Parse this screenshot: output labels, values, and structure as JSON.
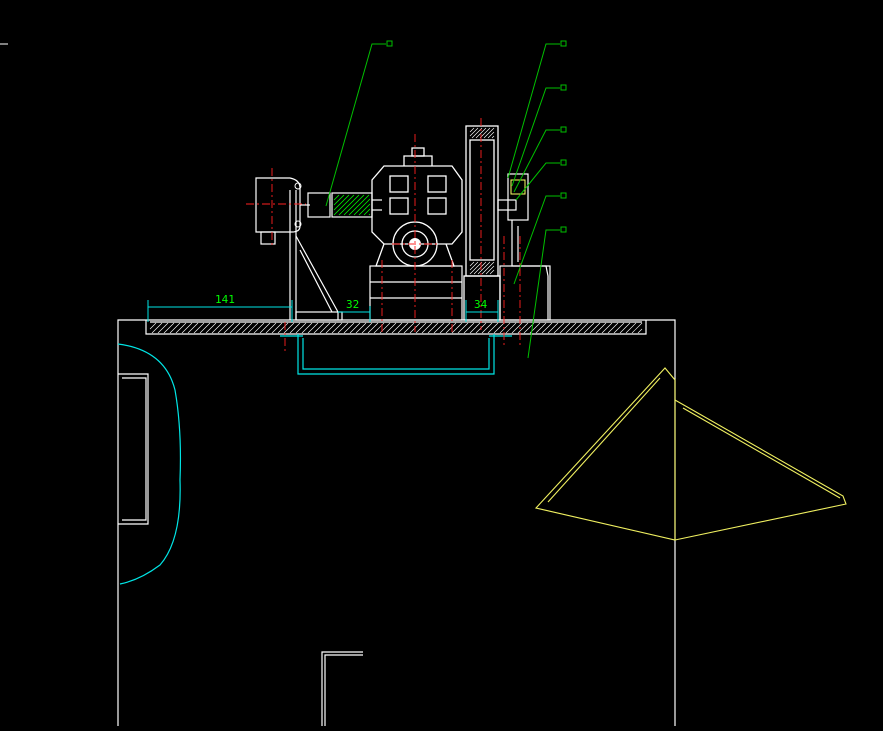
{
  "colors": {
    "background": "#000000",
    "outline": "#FFFFFF",
    "leader": "#00C000",
    "dimension": "#00E5E5",
    "centerline": "#FF2020",
    "annotation": "#FFFF66",
    "dimension_text": "#00FF00",
    "highlight": "#F0F060"
  },
  "dimensions": {
    "d141": "141",
    "d32": "32",
    "d34": "34"
  }
}
